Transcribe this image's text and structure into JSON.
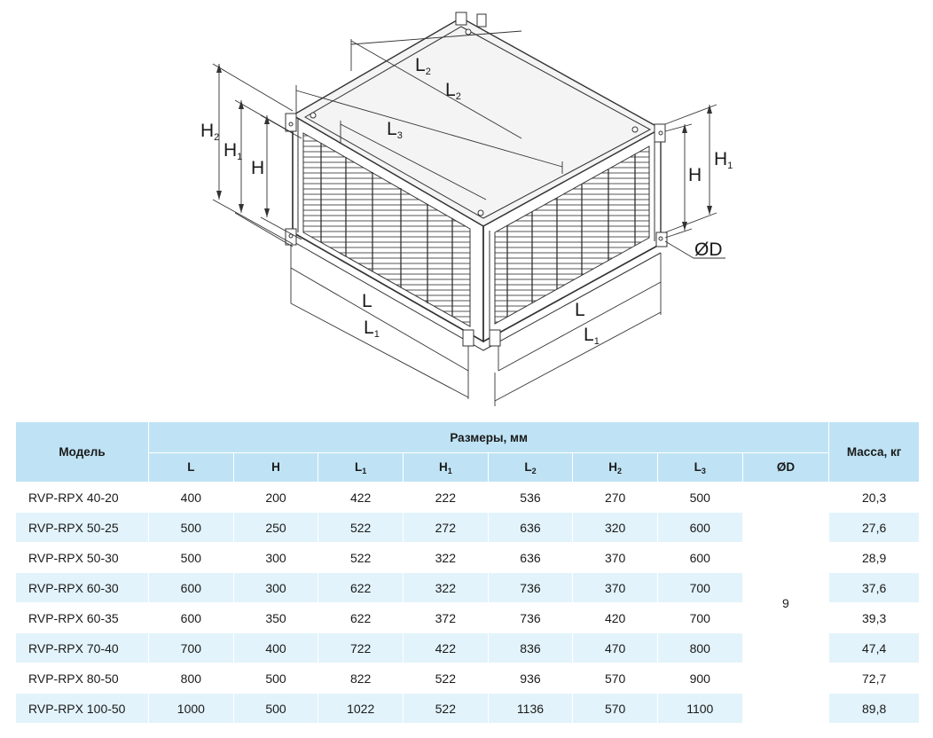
{
  "drawing": {
    "dims": {
      "L": {
        "base": "L",
        "sub": ""
      },
      "L1": {
        "base": "L",
        "sub": "1"
      },
      "L2": {
        "base": "L",
        "sub": "2"
      },
      "L3": {
        "base": "L",
        "sub": "3"
      },
      "H": {
        "base": "H",
        "sub": ""
      },
      "H1": {
        "base": "H",
        "sub": "1"
      },
      "H2": {
        "base": "H",
        "sub": "2"
      },
      "OD": {
        "base": "ØD",
        "sub": ""
      }
    }
  },
  "table": {
    "model_header": "Модель",
    "dims_header": "Размеры, мм",
    "mass_header": "Масса, кг",
    "columns": [
      {
        "base": "L",
        "sub": ""
      },
      {
        "base": "H",
        "sub": ""
      },
      {
        "base": "L",
        "sub": "1"
      },
      {
        "base": "H",
        "sub": "1"
      },
      {
        "base": "L",
        "sub": "2"
      },
      {
        "base": "H",
        "sub": "2"
      },
      {
        "base": "L",
        "sub": "3"
      },
      {
        "base": "ØD",
        "sub": ""
      }
    ],
    "od_value": "9",
    "rows": [
      {
        "model": "RVP-RPX 40-20",
        "L": "400",
        "H": "200",
        "L1": "422",
        "H1": "222",
        "L2": "536",
        "H2": "270",
        "L3": "500",
        "mass": "20,3"
      },
      {
        "model": "RVP-RPX 50-25",
        "L": "500",
        "H": "250",
        "L1": "522",
        "H1": "272",
        "L2": "636",
        "H2": "320",
        "L3": "600",
        "mass": "27,6"
      },
      {
        "model": "RVP-RPX 50-30",
        "L": "500",
        "H": "300",
        "L1": "522",
        "H1": "322",
        "L2": "636",
        "H2": "370",
        "L3": "600",
        "mass": "28,9"
      },
      {
        "model": "RVP-RPX 60-30",
        "L": "600",
        "H": "300",
        "L1": "622",
        "H1": "322",
        "L2": "736",
        "H2": "370",
        "L3": "700",
        "mass": "37,6"
      },
      {
        "model": "RVP-RPX 60-35",
        "L": "600",
        "H": "350",
        "L1": "622",
        "H1": "372",
        "L2": "736",
        "H2": "420",
        "L3": "700",
        "mass": "39,3"
      },
      {
        "model": "RVP-RPX 70-40",
        "L": "700",
        "H": "400",
        "L1": "722",
        "H1": "422",
        "L2": "836",
        "H2": "470",
        "L3": "800",
        "mass": "47,4"
      },
      {
        "model": "RVP-RPX 80-50",
        "L": "800",
        "H": "500",
        "L1": "822",
        "H1": "522",
        "L2": "936",
        "H2": "570",
        "L3": "900",
        "mass": "72,7"
      },
      {
        "model": "RVP-RPX 100-50",
        "L": "1000",
        "H": "500",
        "L1": "1022",
        "H1": "522",
        "L2": "1136",
        "H2": "570",
        "L3": "1100",
        "mass": "89,8"
      }
    ]
  }
}
